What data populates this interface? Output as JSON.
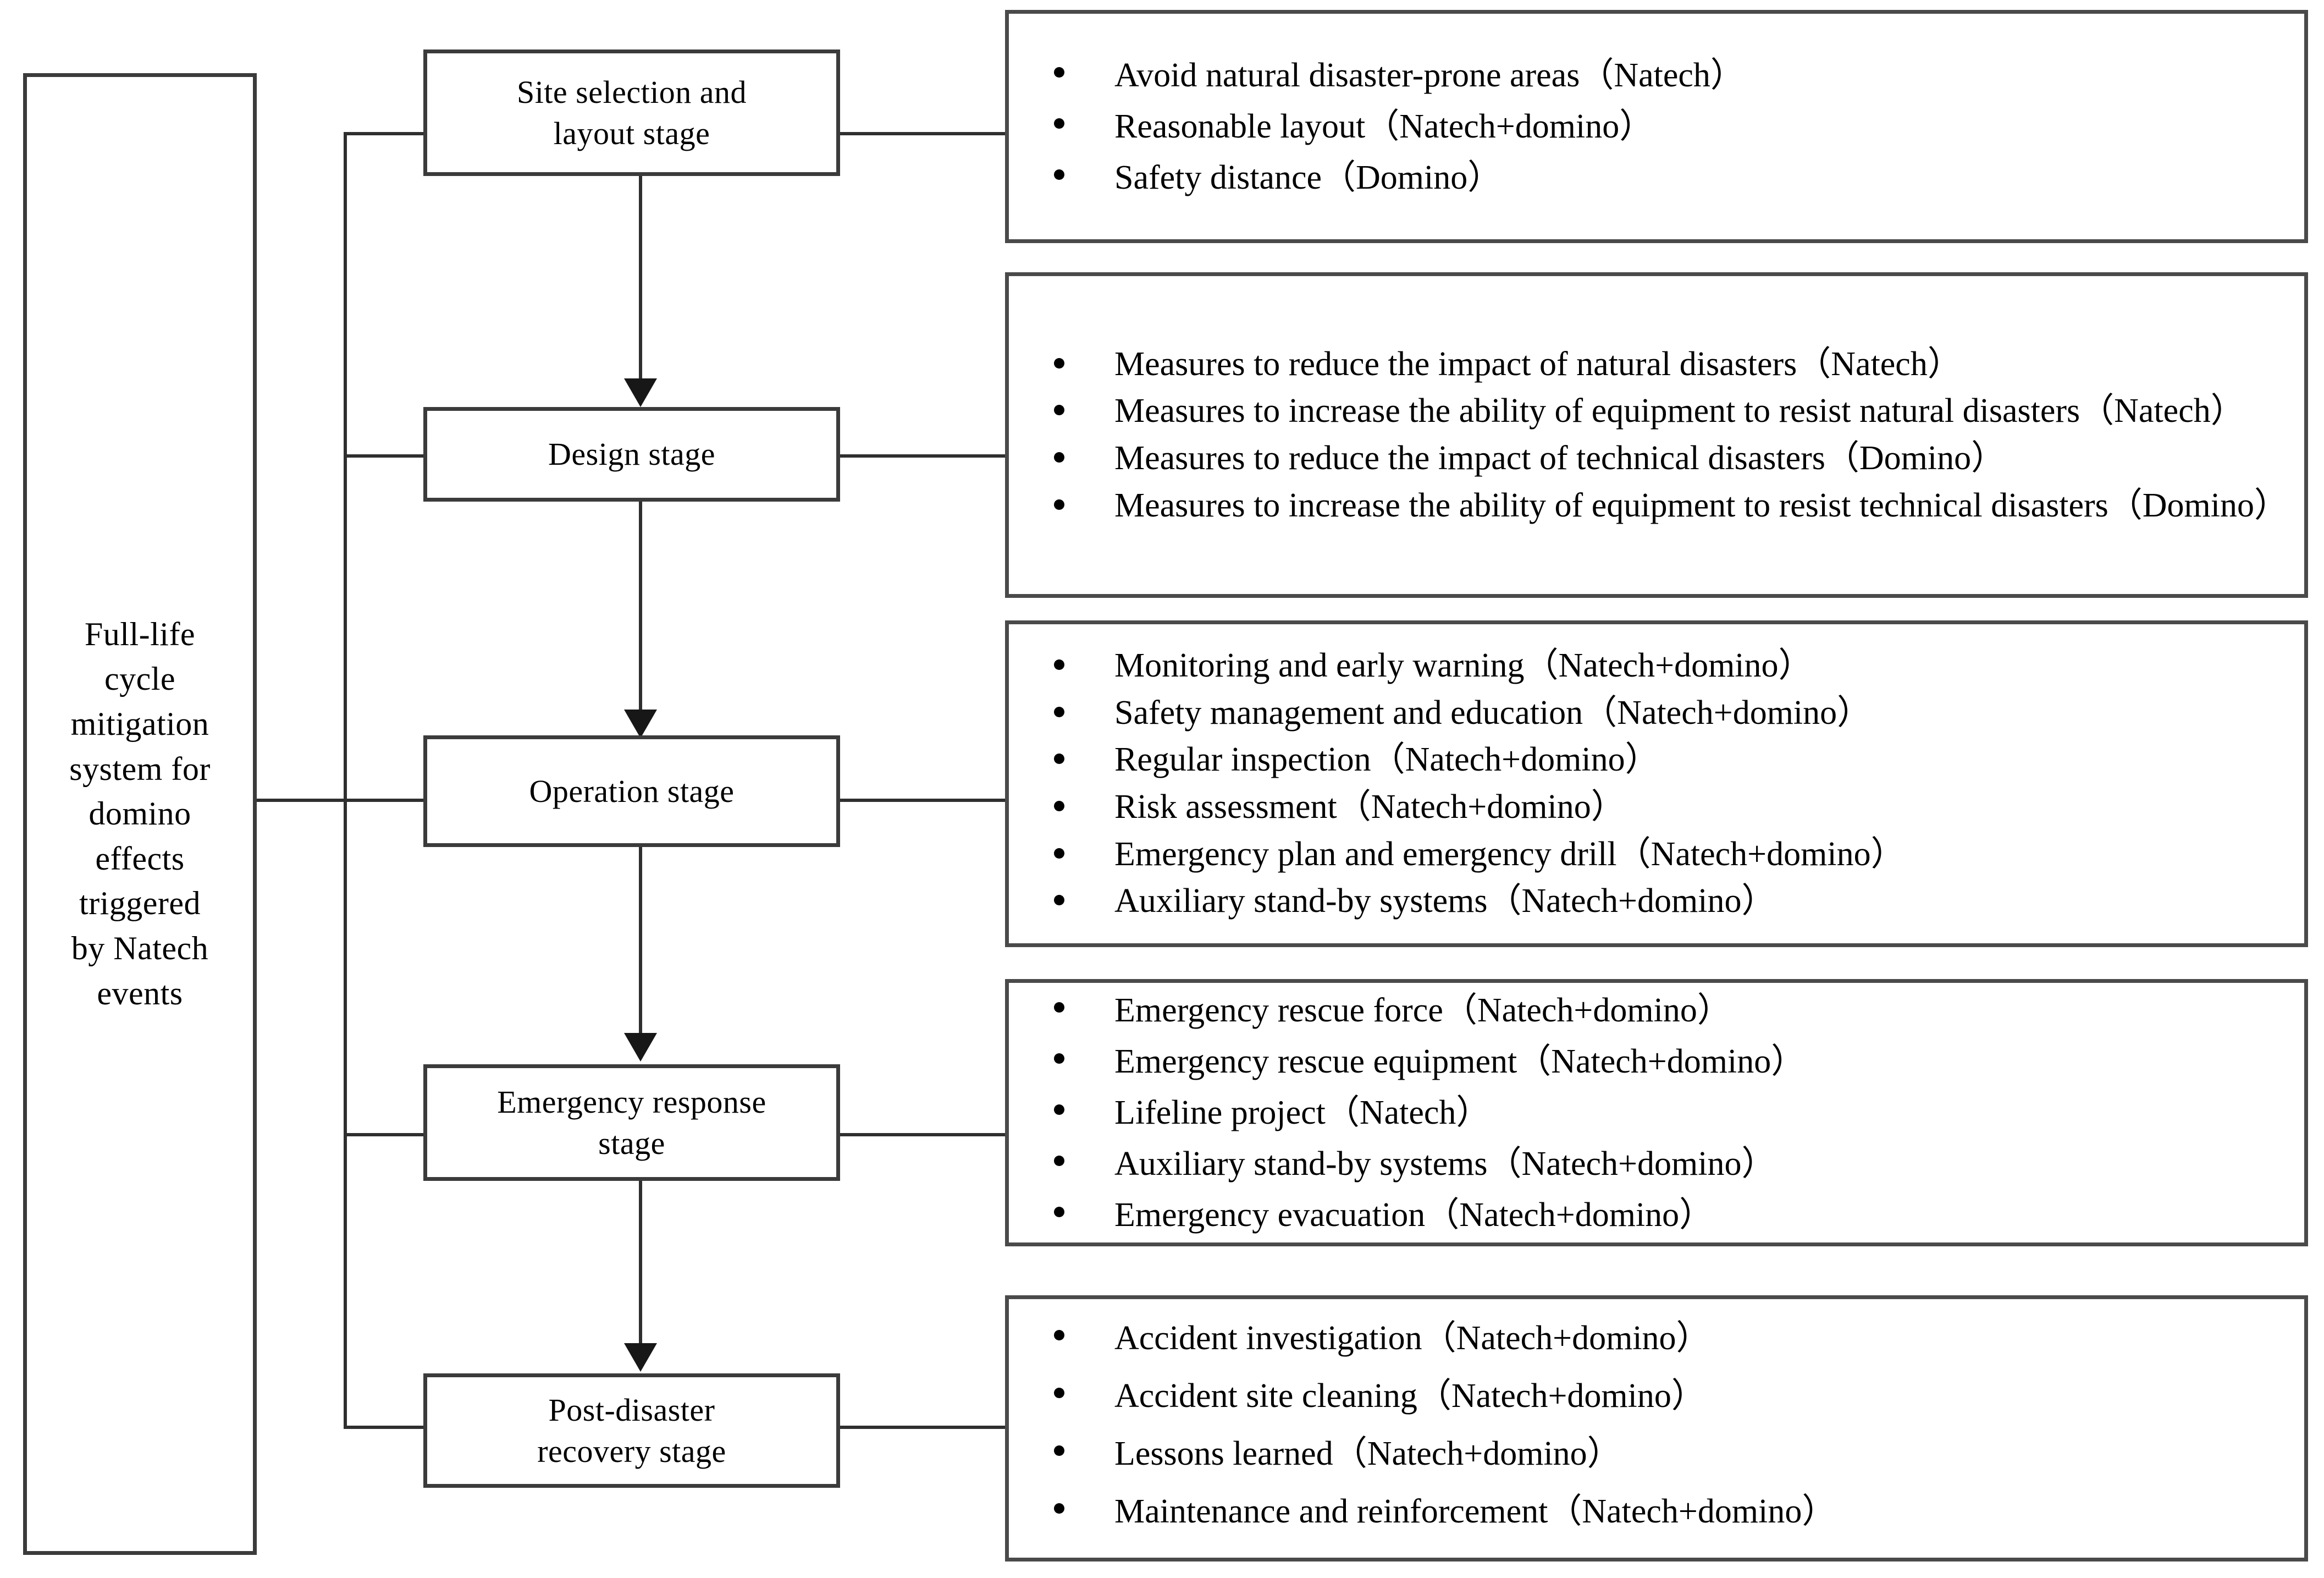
{
  "root": {
    "label": "Full-life\ncycle\nmitigation\nsystem for\ndomino\neffects\ntriggered\nby Natech\nevents"
  },
  "stages": [
    {
      "id": "site-selection-and-layout-stage",
      "label": "Site selection and\nlayout stage"
    },
    {
      "id": "design-stage",
      "label": "Design stage"
    },
    {
      "id": "operation-stage",
      "label": "Operation stage"
    },
    {
      "id": "emergency-response-stage",
      "label": "Emergency response\nstage"
    },
    {
      "id": "post-disaster-recovery-stage",
      "label": "Post-disaster\nrecovery stage"
    }
  ],
  "panels": [
    {
      "id": "site-selection-measures",
      "items": [
        "Avoid natural disaster-prone areas（Natech）",
        "Reasonable layout（Natech+domino）",
        "Safety distance（Domino）"
      ]
    },
    {
      "id": "design-measures",
      "items": [
        "Measures to reduce the impact of natural disasters（Natech）",
        "Measures to increase the ability of equipment to resist natural disasters（Natech）",
        "Measures to reduce the impact of technical disasters（Domino）",
        "Measures to increase the ability of equipment to resist technical disasters（Domino）"
      ]
    },
    {
      "id": "operation-measures",
      "items": [
        "Monitoring and early warning（Natech+domino）",
        "Safety management and education（Natech+domino）",
        "Regular inspection（Natech+domino）",
        "Risk assessment（Natech+domino）",
        "Emergency plan and emergency drill（Natech+domino）",
        "Auxiliary stand-by systems（Natech+domino）"
      ]
    },
    {
      "id": "emergency-response-measures",
      "items": [
        "Emergency rescue force（Natech+domino）",
        "Emergency rescue equipment（Natech+domino）",
        "Lifeline project（Natech）",
        "Auxiliary stand-by systems（Natech+domino）",
        "Emergency evacuation（Natech+domino）"
      ]
    },
    {
      "id": "post-disaster-recovery-measures",
      "items": [
        "Accident investigation（Natech+domino）",
        "Accident site cleaning（Natech+domino）",
        "Lessons learned（Natech+domino）",
        "Maintenance and reinforcement（Natech+domino）"
      ]
    }
  ],
  "colors": {
    "box_border": "#3b3b3b",
    "panel_border": "#4a4a4a",
    "connector": "#2f2f2f",
    "text": "#000000",
    "background": "#ffffff"
  }
}
